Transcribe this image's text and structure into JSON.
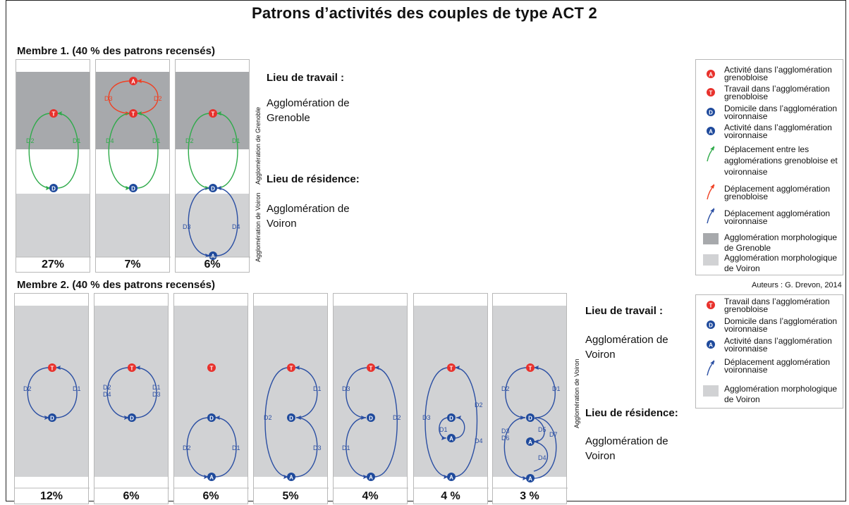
{
  "title": "Patrons d’activités des couples de type ACT 2",
  "membre1": {
    "heading": "Membre 1. (40 % des patrons recensés)",
    "percents": [
      "27%",
      "7%",
      "6%"
    ],
    "band_top_label": "Agglomération de Grenoble",
    "band_bottom_label": "Agglomération de Voiron",
    "lieu_travail_heading": "Lieu de travail :",
    "lieu_travail_lines": [
      "Agglomération de",
      "Grenoble"
    ],
    "lieu_residence_heading": "Lieu de résidence:",
    "lieu_residence_lines": [
      "Agglomération de",
      "Voiron"
    ]
  },
  "membre2": {
    "heading": "Membre 2. (40 % des patrons recensés)",
    "percents": [
      "12%",
      "6%",
      "6%",
      "5%",
      "4%",
      "4 %",
      "3 %"
    ],
    "band_label": "Agglomération de Voiron",
    "lieu_travail_heading": "Lieu de travail :",
    "lieu_travail_lines": [
      "Agglomération de",
      "Voiron"
    ],
    "lieu_residence_heading": "Lieu de résidence:",
    "lieu_residence_lines": [
      "Agglomération de",
      "Voiron"
    ]
  },
  "node_letters": {
    "activity": "A",
    "work": "T",
    "home": "D"
  },
  "trip_labels": [
    "D1",
    "D2",
    "D3",
    "D4",
    "D5",
    "D6",
    "D7"
  ],
  "legend1": [
    "Activité dans l’agglomération grenobloise",
    "Travail dans l’agglomération grenobloise",
    "Domicile dans l’agglomération voironnaise",
    "Activité dans l’agglomération voironnaise",
    "Déplacement entre les agglomérations grenobloise et voironnaise",
    "Déplacement agglomération grenobloise",
    "Déplacement agglomération voironnaise",
    "Agglomération morphologique de Grenoble",
    "Agglomération morphologique de Voiron"
  ],
  "legend2": [
    "Travail dans l’agglomération grenobloise",
    "Domicile dans l’agglomération voironnaise",
    "Activité dans l’agglomération voironnaise",
    "Déplacement agglomération voironnaise",
    "Agglomération morphologique de Voiron"
  ],
  "author": "Auteurs : G. Drevon,  2014",
  "colors": {
    "grenoble_band": "#a7a9ac",
    "voiron_band": "#d1d2d4",
    "red": "#ef4123",
    "green": "#2faa4a",
    "blue": "#2b4fa3",
    "node_red": "#e8312c",
    "node_blue": "#1f4a9c"
  }
}
